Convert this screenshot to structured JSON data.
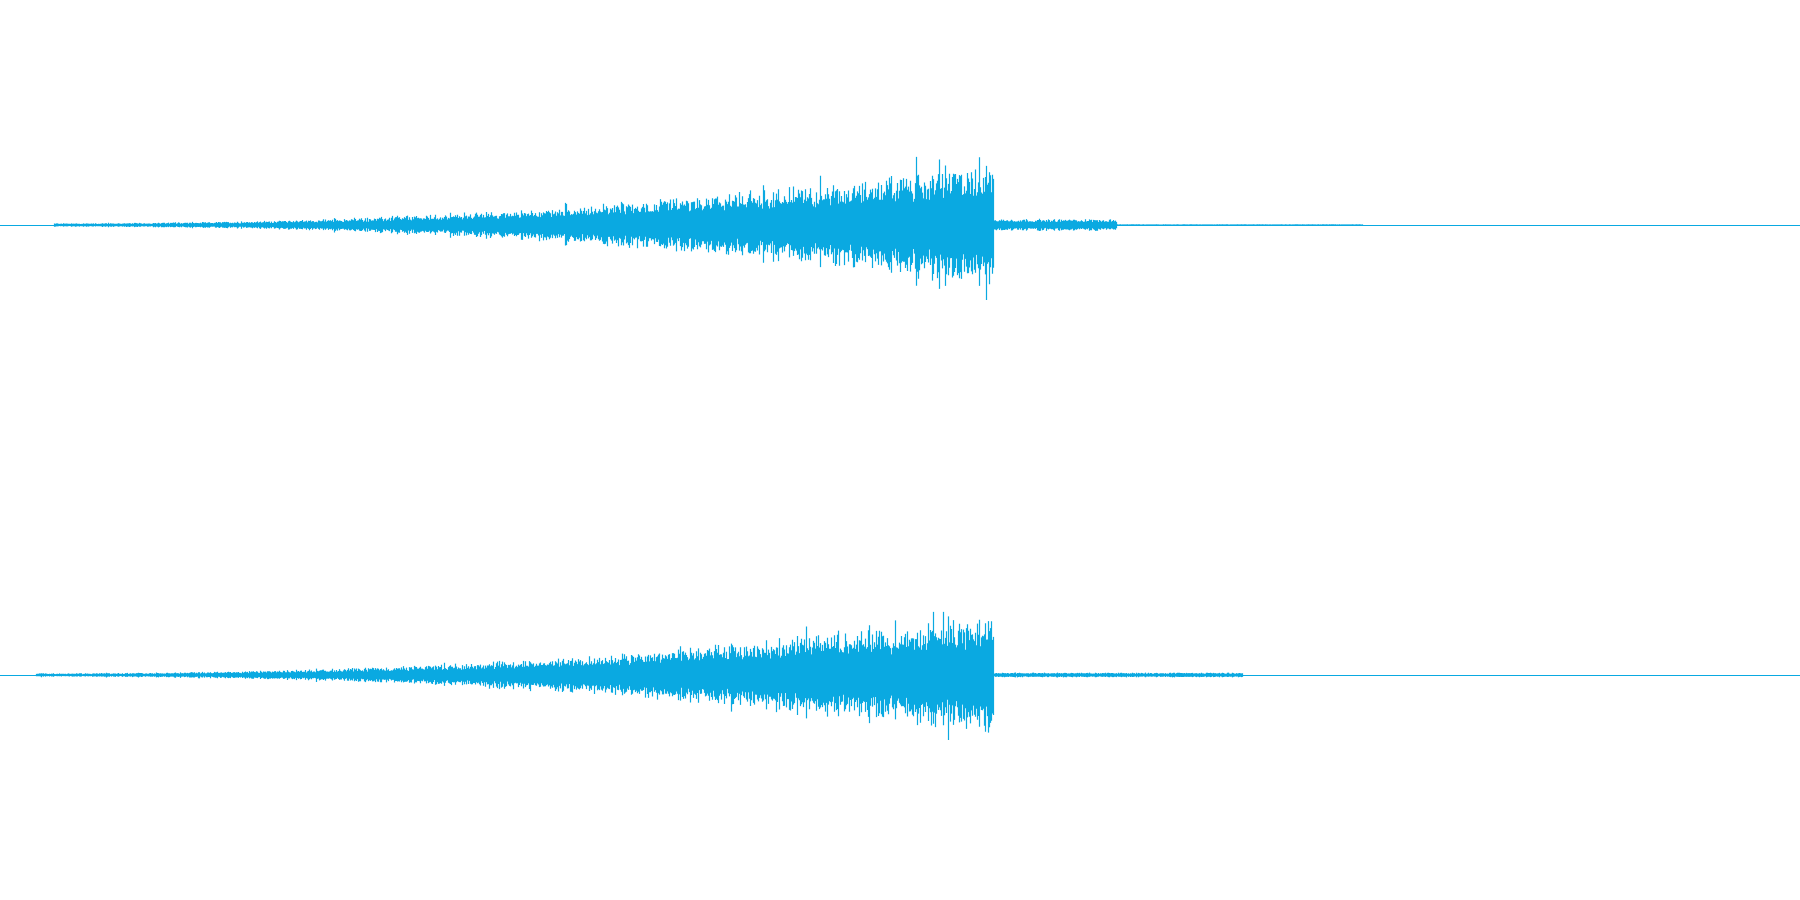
{
  "waveform": {
    "color": "#0AA9E1",
    "channels": [
      {
        "name": "",
        "baseline_color": "#0AA9E1",
        "envelope": {
          "onset_fraction": 0.03,
          "loud_end_fraction": 0.552,
          "tail_end_fraction": 0.62,
          "trace_end_fraction": 0.757,
          "peak_amplitude": 0.52,
          "tail_amplitude": 0.05
        }
      },
      {
        "name": "",
        "baseline_color": "#0AA9E1",
        "envelope": {
          "onset_fraction": 0.02,
          "loud_end_fraction": 0.552,
          "tail_end_fraction": 0.69,
          "trace_end_fraction": 0.69,
          "peak_amplitude": 0.5,
          "tail_amplitude": 0.02
        }
      }
    ]
  }
}
